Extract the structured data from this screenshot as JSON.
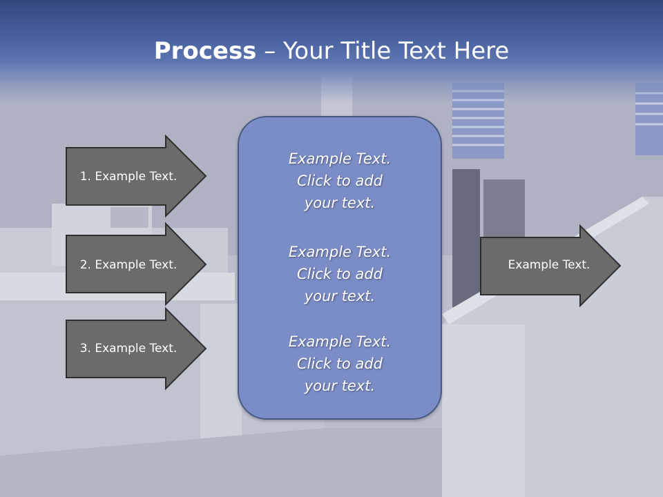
{
  "title": {
    "bold": "Process",
    "rest": " – Your Title Text Here"
  },
  "left_arrows": [
    {
      "label": "1. Example Text."
    },
    {
      "label": "2. Example Text."
    },
    {
      "label": "3. Example Text."
    }
  ],
  "center_box": {
    "paragraphs": [
      {
        "lines": [
          "Example Text.",
          "Click  to add",
          "your text."
        ]
      },
      {
        "lines": [
          "Example Text.",
          "Click  to add",
          "your text."
        ]
      },
      {
        "lines": [
          "Example Text.",
          "Click  to add",
          "your text."
        ]
      }
    ]
  },
  "right_arrow": {
    "label": "Example Text."
  },
  "colors": {
    "header": "#475f9d",
    "arrow_fill": "#6b6b6b",
    "arrow_stroke": "#2e2e2e",
    "center_fill": "#7b8dc6",
    "center_stroke": "#4b5a83"
  }
}
